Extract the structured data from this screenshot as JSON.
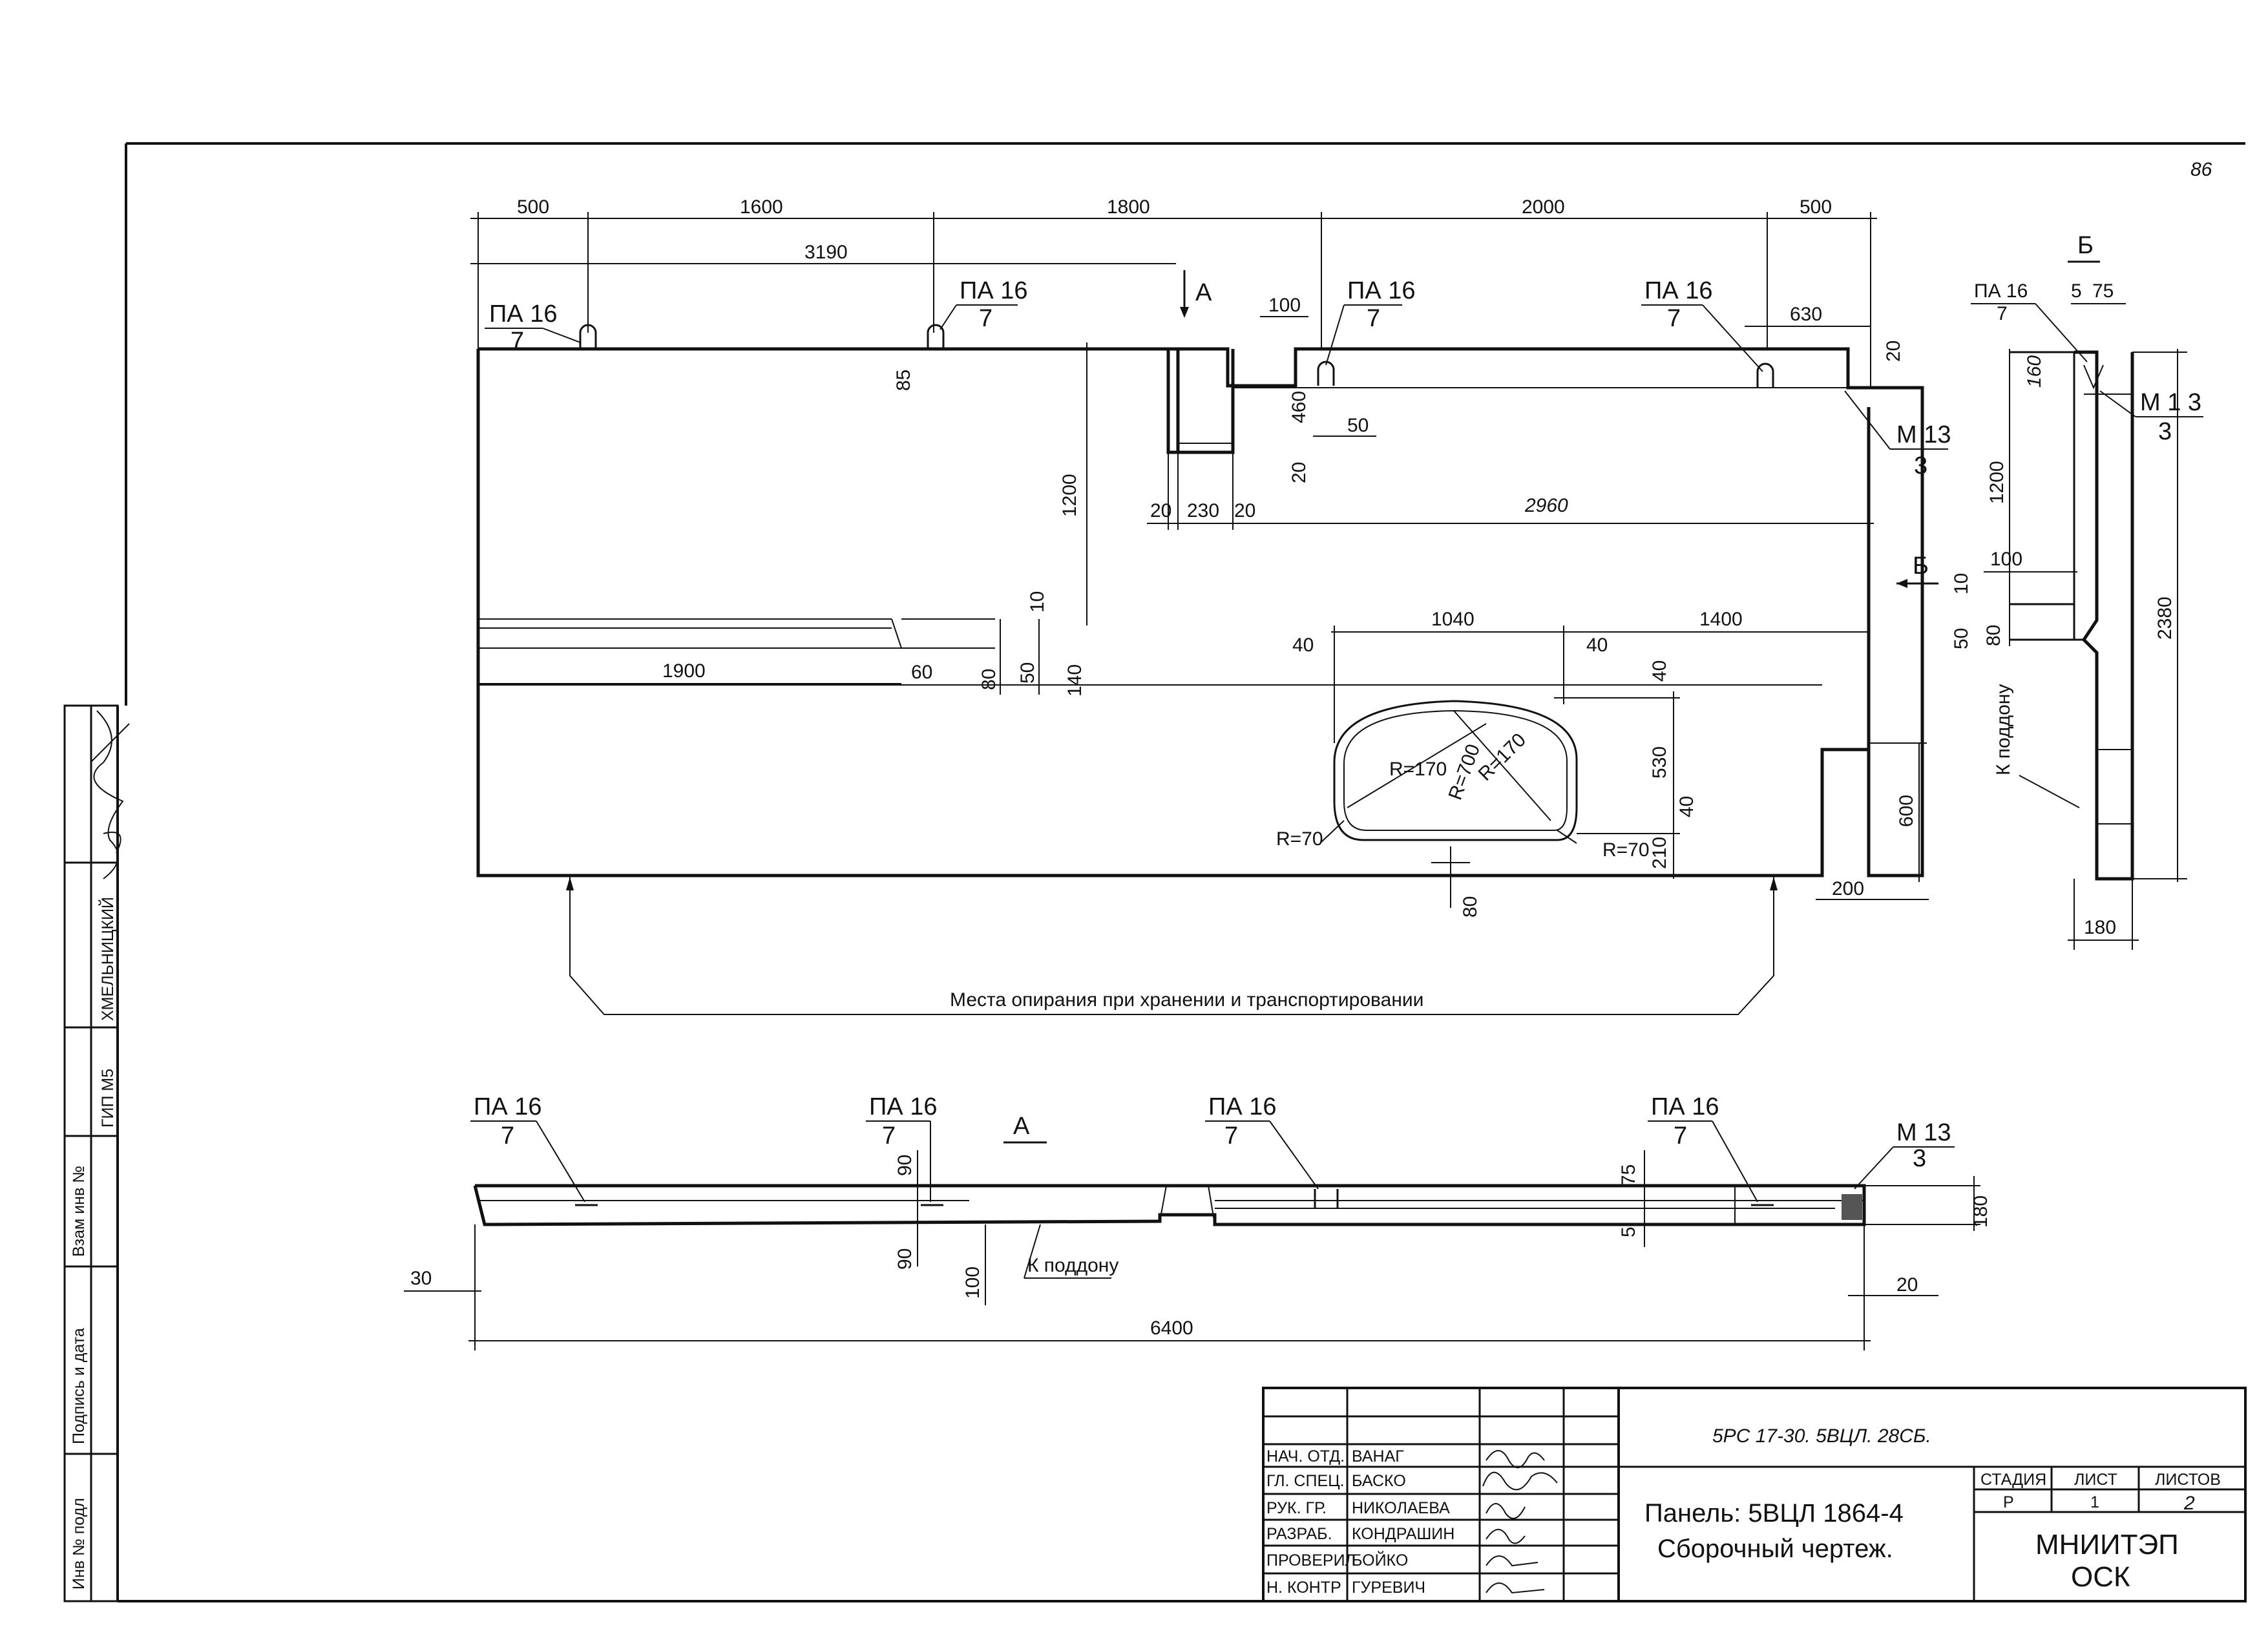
{
  "sheet_number": "86",
  "main_view": {
    "dims_top": [
      "500",
      "1600",
      "1800",
      "2000",
      "500"
    ],
    "dim_3190": "3190",
    "dims_notch": [
      "100",
      "460",
      "50",
      "20",
      "85",
      "20",
      "230",
      "20"
    ],
    "dim_630": "630",
    "dim_20_right": "20",
    "dim_2960": "2960",
    "dim_1200": "1200",
    "groove": {
      "d10": "10",
      "d1900": "1900",
      "d60": "60",
      "d80": "80",
      "d50": "50",
      "d140": "140"
    },
    "opening": {
      "d40a": "40",
      "d1040": "1040",
      "d40b": "40",
      "d1400": "1400",
      "d40c": "40",
      "d530": "530",
      "d40d": "40",
      "d210": "210",
      "d80": "80",
      "r170a": "R=170",
      "r700": "R=700",
      "r170b": "R=170",
      "r70a": "R=70",
      "r70b": "R=70"
    },
    "dim_600": "600",
    "dim_200": "200",
    "section_a": "А",
    "section_b": "Б",
    "marks": [
      {
        "name": "ПА 16",
        "num": "7"
      },
      {
        "name": "ПА 16",
        "num": "7"
      },
      {
        "name": "ПА 16",
        "num": "7"
      },
      {
        "name": "ПА 16",
        "num": "7"
      }
    ],
    "m13": {
      "name": "М 13",
      "num": "3"
    },
    "support_note": "Места опирания при хранении и транспортировании"
  },
  "section_b_view": {
    "title": "Б",
    "mark_pa": "ПА 16",
    "mark_pa_num": "7",
    "mark_m": "М 1 3",
    "mark_m_num": "3",
    "d5": "5",
    "d75": "75",
    "d160": "160",
    "d1200": "1200",
    "d100": "100",
    "d10": "10",
    "d50": "50",
    "d80": "80",
    "d2380": "2380",
    "d180": "180",
    "to_pallet": "К поддону"
  },
  "view_a": {
    "title": "А",
    "marks": [
      {
        "name": "ПА 16",
        "num": "7"
      },
      {
        "name": "ПА 16",
        "num": "7"
      },
      {
        "name": "ПА 16",
        "num": "7"
      },
      {
        "name": "ПА 16",
        "num": "7"
      }
    ],
    "m13": {
      "name": "М 13",
      "num": "3"
    },
    "d90a": "90",
    "d90b": "90",
    "d100": "100",
    "d75": "75",
    "d5": "5",
    "d180": "180",
    "d30": "30",
    "d20": "20",
    "d6400": "6400",
    "to_pallet": "К поддону"
  },
  "left_strip": {
    "signer": "ХМЕЛЬНИЦКИЙ",
    "role": "ГИП М5",
    "swap_inv": "Взам инв №",
    "sign_date": "Подпись и дата",
    "inv_orig": "Инв № подл"
  },
  "title_block": {
    "rows": [
      {
        "role": "НАЧ. ОТД.",
        "name": "ВАНАГ"
      },
      {
        "role": "ГЛ. СПЕЦ.",
        "name": "БАСКО"
      },
      {
        "role": "РУК. ГР.",
        "name": "НИКОЛАЕВА"
      },
      {
        "role": "РАЗРАБ.",
        "name": "КОНДРАШИН"
      },
      {
        "role": "ПРОВЕРИЛ",
        "name": "БОЙКО"
      },
      {
        "role": "Н. КОНТР",
        "name": "ГУРЕВИЧ"
      }
    ],
    "code": "5РС 17-30. 5ВЦЛ. 28СБ.",
    "title_line1": "Панель: 5ВЦЛ 1864-4",
    "title_line2": "Сборочный чертеж.",
    "stage_label": "СТАДИЯ",
    "sheet_label": "ЛИСТ",
    "sheets_label": "ЛИСТОВ",
    "stage": "Р",
    "sheet": "1",
    "sheets": "2",
    "org_line1": "МНИИТЭП",
    "org_line2": "ОСК"
  }
}
